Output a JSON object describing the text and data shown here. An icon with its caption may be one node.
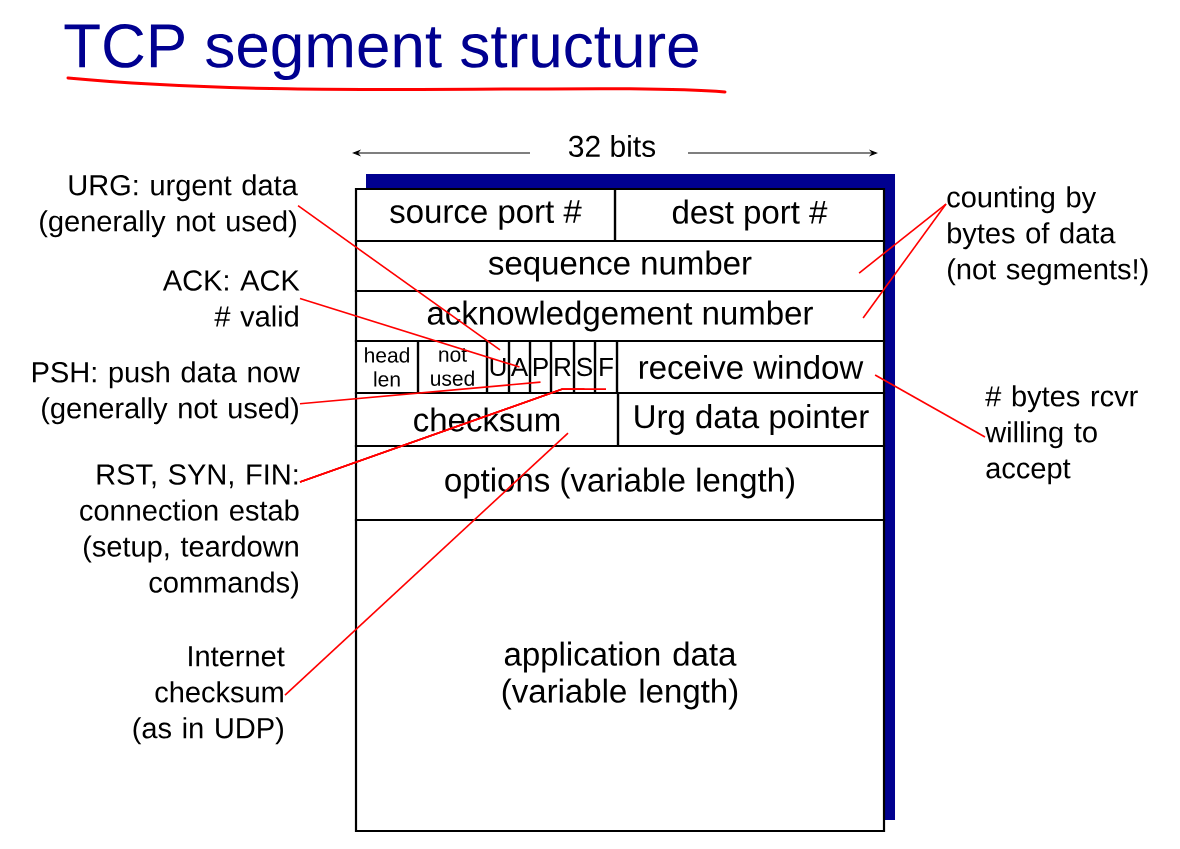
{
  "diagram": {
    "title": "TCP segment structure",
    "nodes": [
      {
        "text": [
          "source port #"
        ]
      },
      {
        "text": [
          "dest port #"
        ]
      },
      {
        "text": [
          "sequence number"
        ]
      },
      {
        "text": [
          "acknowledgement number"
        ]
      },
      {
        "text": [
          "head len"
        ]
      },
      {
        "text": [
          "not used"
        ]
      },
      {
        "text": [
          "U"
        ]
      },
      {
        "text": [
          "A"
        ]
      },
      {
        "text": [
          "P"
        ]
      },
      {
        "text": [
          "R"
        ]
      },
      {
        "text": [
          "S"
        ]
      },
      {
        "text": [
          "F"
        ]
      },
      {
        "text": [
          "receive window"
        ]
      },
      {
        "text": [
          "checksum"
        ]
      },
      {
        "text": [
          "Urg data pointer"
        ]
      },
      {
        "text": [
          "options (variable length)"
        ]
      },
      {
        "text": [
          "application data (variable length)"
        ]
      },
      {
        "text": [
          "URG: urgent data (generally not used)"
        ]
      },
      {
        "text": [
          "ACK: ACK # valid"
        ]
      },
      {
        "text": [
          "PSH: push data now (generally not used)"
        ]
      },
      {
        "text": [
          "RST, SYN, FIN: connection estab (setup, teardown commands)"
        ]
      },
      {
        "text": [
          "Internet checksum (as in UDP)"
        ]
      },
      {
        "text": [
          "counting by bytes of data (not segments!)"
        ]
      },
      {
        "text": [
          "# bytes rcvr willing to accept"
        ]
      }
    ],
    "edges": [
      {
        "from": 17,
        "to": 6,
        "arrow": "none"
      },
      {
        "from": 18,
        "to": 7,
        "arrow": "none"
      },
      {
        "from": 19,
        "to": 8,
        "arrow": "none"
      },
      {
        "from": 20,
        "to": 9,
        "arrow": "none"
      },
      {
        "from": 20,
        "to": 10,
        "arrow": "none"
      },
      {
        "from": 20,
        "to": 11,
        "arrow": "none"
      },
      {
        "from": 21,
        "to": 13,
        "arrow": "none"
      },
      {
        "from": 22,
        "to": 2,
        "arrow": "none"
      },
      {
        "from": 22,
        "to": 3,
        "arrow": "none"
      },
      {
        "from": 23,
        "to": 12,
        "arrow": "none"
      }
    ],
    "labels": [
      "32 bits"
    ]
  }
}
